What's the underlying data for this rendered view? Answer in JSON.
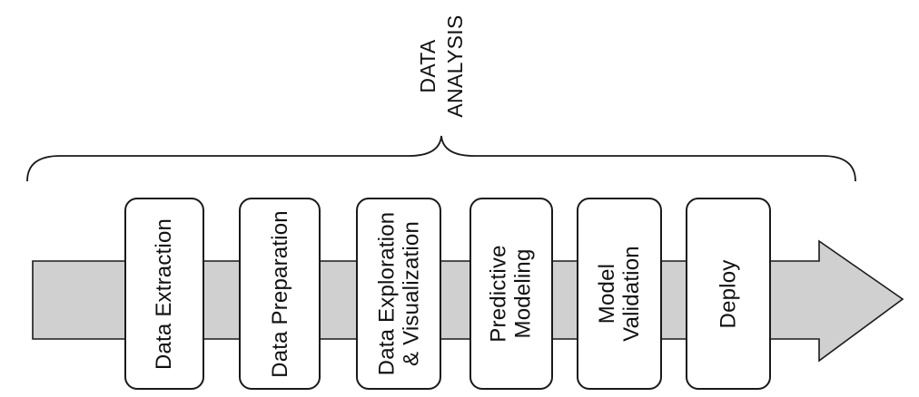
{
  "colors": {
    "arrow_fill": "#d0d0d0",
    "stroke": "#1a1a1a",
    "box_fill": "#ffffff",
    "text": "#111111"
  },
  "bracket": {
    "label_line_1": "DATA",
    "label_line_2": "ANALYSIS"
  },
  "stages": [
    {
      "line_1": "Data Extraction",
      "line_2": ""
    },
    {
      "line_1": "Data Preparation",
      "line_2": ""
    },
    {
      "line_1": "Data Exploration",
      "line_2": "& Visualization"
    },
    {
      "line_1": "Predictive",
      "line_2": "Modeling"
    },
    {
      "line_1": "Model",
      "line_2": "Validation"
    },
    {
      "line_1": "Deploy",
      "line_2": ""
    }
  ]
}
